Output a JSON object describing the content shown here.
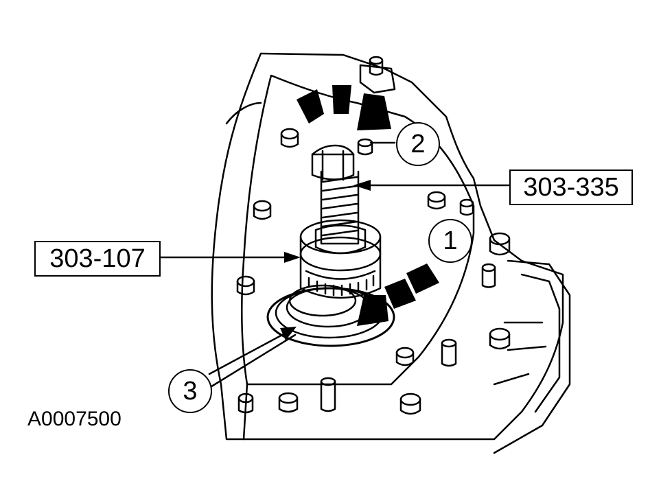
{
  "tool_callouts": [
    {
      "id": "tool-335",
      "label": "303-335"
    },
    {
      "id": "tool-107",
      "label": "303-107"
    }
  ],
  "step_callouts": [
    {
      "id": "step-1",
      "label": "1"
    },
    {
      "id": "step-2",
      "label": "2"
    },
    {
      "id": "step-3",
      "label": "3"
    }
  ],
  "figure_id": "A0007500"
}
